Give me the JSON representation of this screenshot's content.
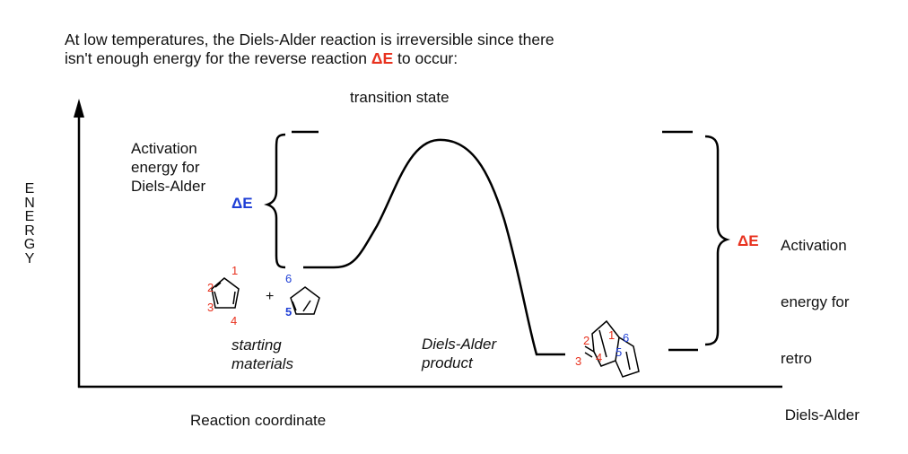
{
  "intro": {
    "line1": "At low temperatures, the Diels-Alder reaction is irreversible since there",
    "line2_before": "isn't enough energy for the reverse reaction ",
    "line2_highlight": "ΔE",
    "line2_after": " to occur:"
  },
  "axes": {
    "y_label": "ENERGY",
    "x_label": "Reaction coordinate"
  },
  "labels": {
    "transition_state": "transition state",
    "activation_forward": [
      "Activation",
      "energy for",
      "Diels-Alder"
    ],
    "activation_retro": [
      "Activation",
      "energy for",
      "retro",
      " Diels-Alder"
    ],
    "starting_materials": [
      "starting",
      "materials"
    ],
    "product": [
      "Diels-Alder",
      "product"
    ],
    "delta_e_forward": "ΔE",
    "delta_e_retro": "ΔE",
    "plus": "+"
  },
  "atom_numbers": {
    "diene": [
      "1",
      "2",
      "3",
      "4"
    ],
    "dienophile": [
      "6",
      "5"
    ],
    "product": [
      "1",
      "2",
      "3",
      "4",
      "5",
      "6"
    ]
  },
  "colors": {
    "red": "#e8321f",
    "blue": "#1f3fd6",
    "line": "#000000"
  }
}
